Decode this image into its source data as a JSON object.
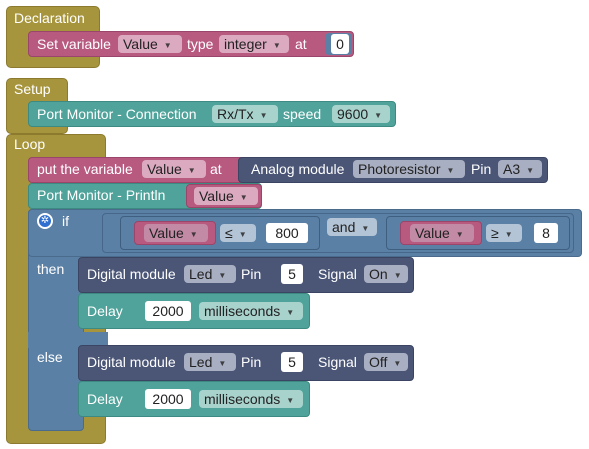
{
  "declaration": {
    "title": "Declaration",
    "set_variable_label": "Set variable",
    "variable": "Value",
    "type_label": "type",
    "type": "integer",
    "at_label": "at",
    "initial_value": "0"
  },
  "setup": {
    "title": "Setup",
    "port_monitor_label": "Port Monitor - Connection",
    "port": "Rx/Tx",
    "speed_label": "speed",
    "speed": "9600"
  },
  "loop": {
    "title": "Loop",
    "put_variable_label": "put the variable",
    "put_variable": "Value",
    "put_at_label": "at",
    "analog_label": "Analog module",
    "analog_sensor": "Photoresistor",
    "pin_label": "Pin",
    "analog_pin": "A3",
    "println_label": "Port Monitor - Println",
    "println_variable": "Value",
    "if_label": "if",
    "then_label": "then",
    "else_label": "else",
    "cond1_variable": "Value",
    "cond1_operator": "≤",
    "cond1_value": "800",
    "logic_operator": "and",
    "cond2_variable": "Value",
    "cond2_operator": "≥",
    "cond2_value": "8",
    "digital_label": "Digital module",
    "signal_label": "Signal",
    "delay_label": "Delay",
    "ms_label": "milliseconds",
    "then_module": "Led",
    "then_pin": "5",
    "then_signal": "On",
    "then_delay": "2000",
    "else_module": "Led",
    "else_pin": "5",
    "else_signal": "Off",
    "else_delay": "2000"
  },
  "colors": {
    "section": "#a7953d",
    "variable": "#b85a80",
    "serial": "#4fa39a",
    "control": "#5b80a5",
    "module": "#4b5677"
  }
}
